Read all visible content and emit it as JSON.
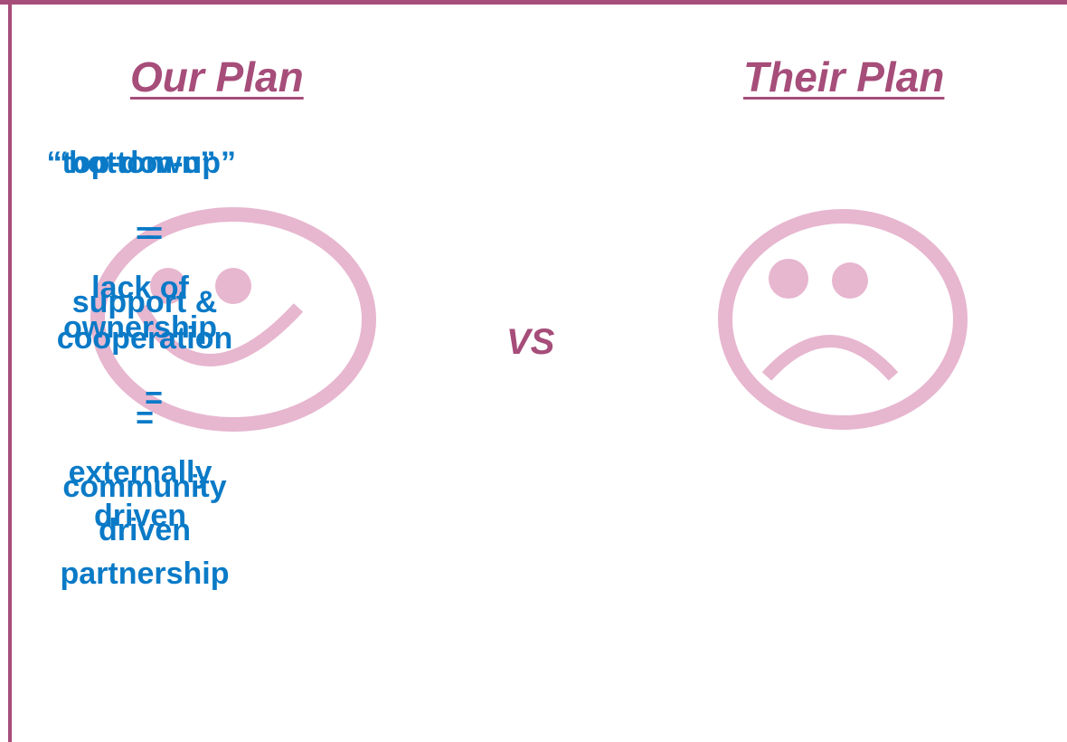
{
  "colors": {
    "accent": "#a64d7a",
    "text": "#0a7ac7",
    "face": "#e7b6cf"
  },
  "left": {
    "title": "Our Plan",
    "face_icon": "smiley-face-icon",
    "approach": "“bottom-up”",
    "eq1": "=",
    "result1_line1": "support &",
    "result1_line2": "cooperation",
    "eq2": "=",
    "result2_line1": "community",
    "result2_line2": "driven",
    "result2_line3": "partnership"
  },
  "vs": "VS",
  "right": {
    "title": "Their Plan",
    "face_icon": "sad-face-icon",
    "approach": "“top-down”",
    "eq1": "=",
    "result1_line1": "lack of",
    "result1_line2": "ownership",
    "eq2": "=",
    "result2_line1": "externally",
    "result2_line2": "driven"
  }
}
